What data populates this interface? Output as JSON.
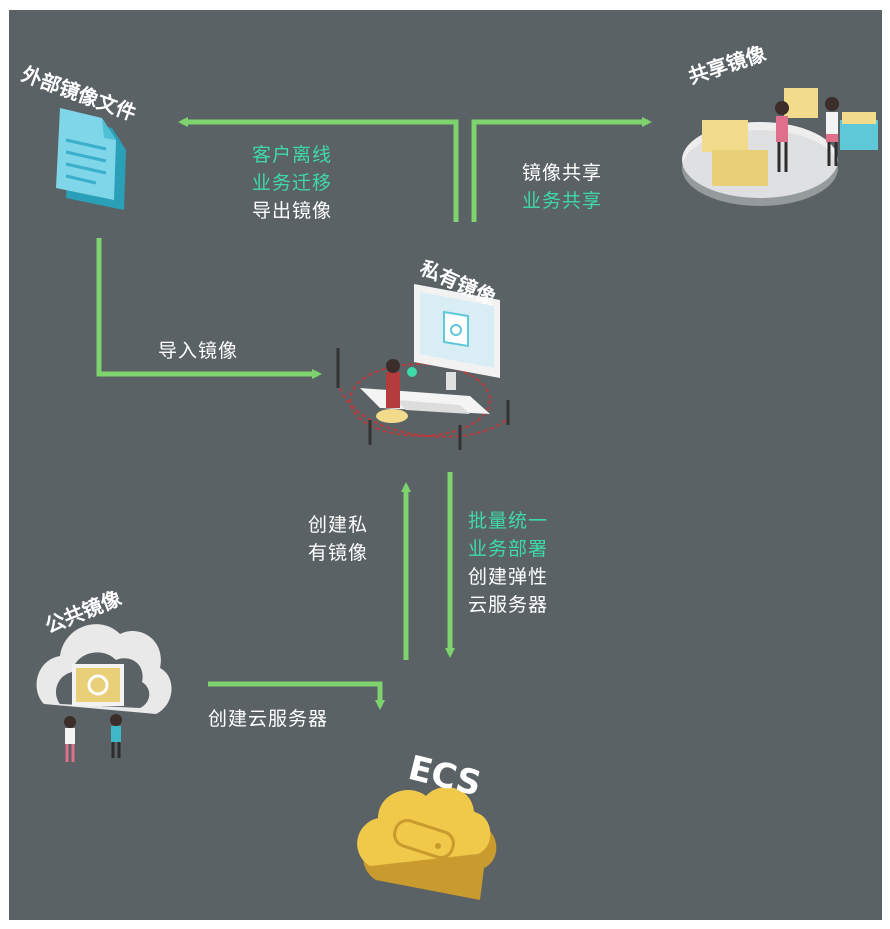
{
  "nodes": {
    "external_image_file": "外部镜像文件",
    "shared_image": "共享镜像",
    "private_image": "私有镜像",
    "public_image": "公共镜像",
    "ecs": "ECS"
  },
  "edges": {
    "export": {
      "line1": "客户离线",
      "line2": "业务迁移",
      "line3": "导出镜像"
    },
    "share": {
      "line1": "镜像共享",
      "line2": "业务共享"
    },
    "import": {
      "line1": "导入镜像"
    },
    "create_private": {
      "line1": "创建私",
      "line2": "有镜像"
    },
    "batch_deploy": {
      "line1": "批量统一",
      "line2": "业务部署",
      "line3": "创建弹性",
      "line4": "云服务器"
    },
    "create_server": {
      "line1": "创建云服务器"
    }
  },
  "colors": {
    "background": "#5a6266",
    "arrow": "#7ed36e",
    "highlight_text": "#3fd9a8",
    "plain_text": "#ffffff",
    "ecs_cloud": "#f0c84a"
  },
  "icons": {
    "external_image_file": "document-icon",
    "shared_image": "shared-platform-icon",
    "private_image": "computer-desk-icon",
    "public_image": "public-cloud-icon",
    "ecs": "ecs-cloud-icon"
  }
}
